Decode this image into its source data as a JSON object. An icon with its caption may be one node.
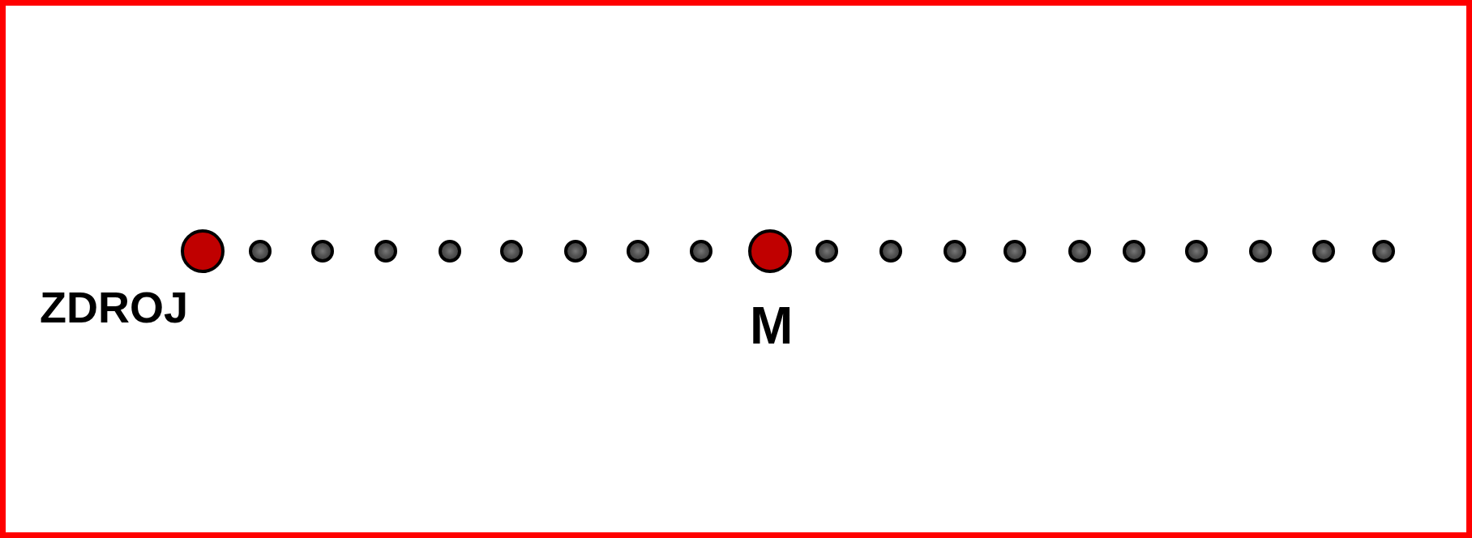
{
  "diagram": {
    "nodes": [
      {
        "text": [],
        "shape": "circle",
        "beside": [
          "ZDROJ"
        ]
      },
      {
        "text": [],
        "shape": "circle"
      },
      {
        "text": [],
        "shape": "circle"
      },
      {
        "text": [],
        "shape": "circle"
      },
      {
        "text": [],
        "shape": "circle"
      },
      {
        "text": [],
        "shape": "circle"
      },
      {
        "text": [],
        "shape": "circle"
      },
      {
        "text": [],
        "shape": "circle"
      },
      {
        "text": [],
        "shape": "circle"
      },
      {
        "text": [],
        "shape": "circle",
        "beside": [
          "M"
        ]
      },
      {
        "text": [],
        "shape": "circle"
      },
      {
        "text": [],
        "shape": "circle"
      },
      {
        "text": [],
        "shape": "circle"
      },
      {
        "text": [],
        "shape": "circle"
      },
      {
        "text": [],
        "shape": "circle"
      },
      {
        "text": [],
        "shape": "circle"
      },
      {
        "text": [],
        "shape": "circle"
      },
      {
        "text": [],
        "shape": "circle"
      },
      {
        "text": [],
        "shape": "circle"
      },
      {
        "text": [],
        "shape": "circle"
      }
    ]
  }
}
